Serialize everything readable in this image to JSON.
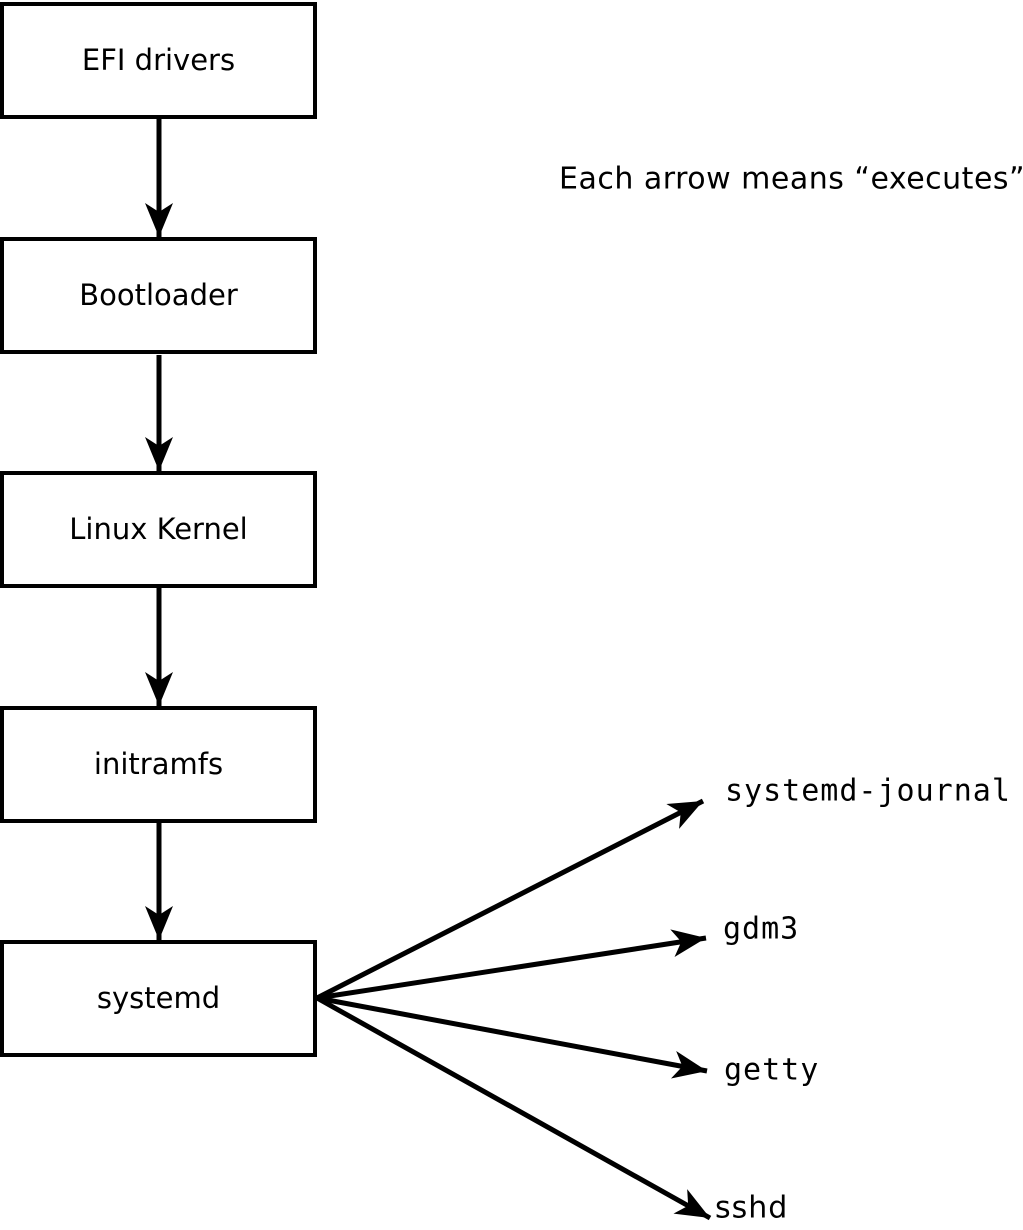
{
  "diagram": {
    "annotation": "Each arrow means “executes”.",
    "arrow_meaning": "executes",
    "boot_chain": [
      {
        "label": "EFI drivers"
      },
      {
        "label": "Bootloader"
      },
      {
        "label": "Linux Kernel"
      },
      {
        "label": "initramfs"
      },
      {
        "label": "systemd"
      }
    ],
    "spawned_processes": [
      {
        "label": "systemd-journal"
      },
      {
        "label": "gdm3"
      },
      {
        "label": "getty"
      },
      {
        "label": "sshd"
      }
    ],
    "colors": {
      "foreground": "#000000",
      "background": "#ffffff"
    }
  }
}
